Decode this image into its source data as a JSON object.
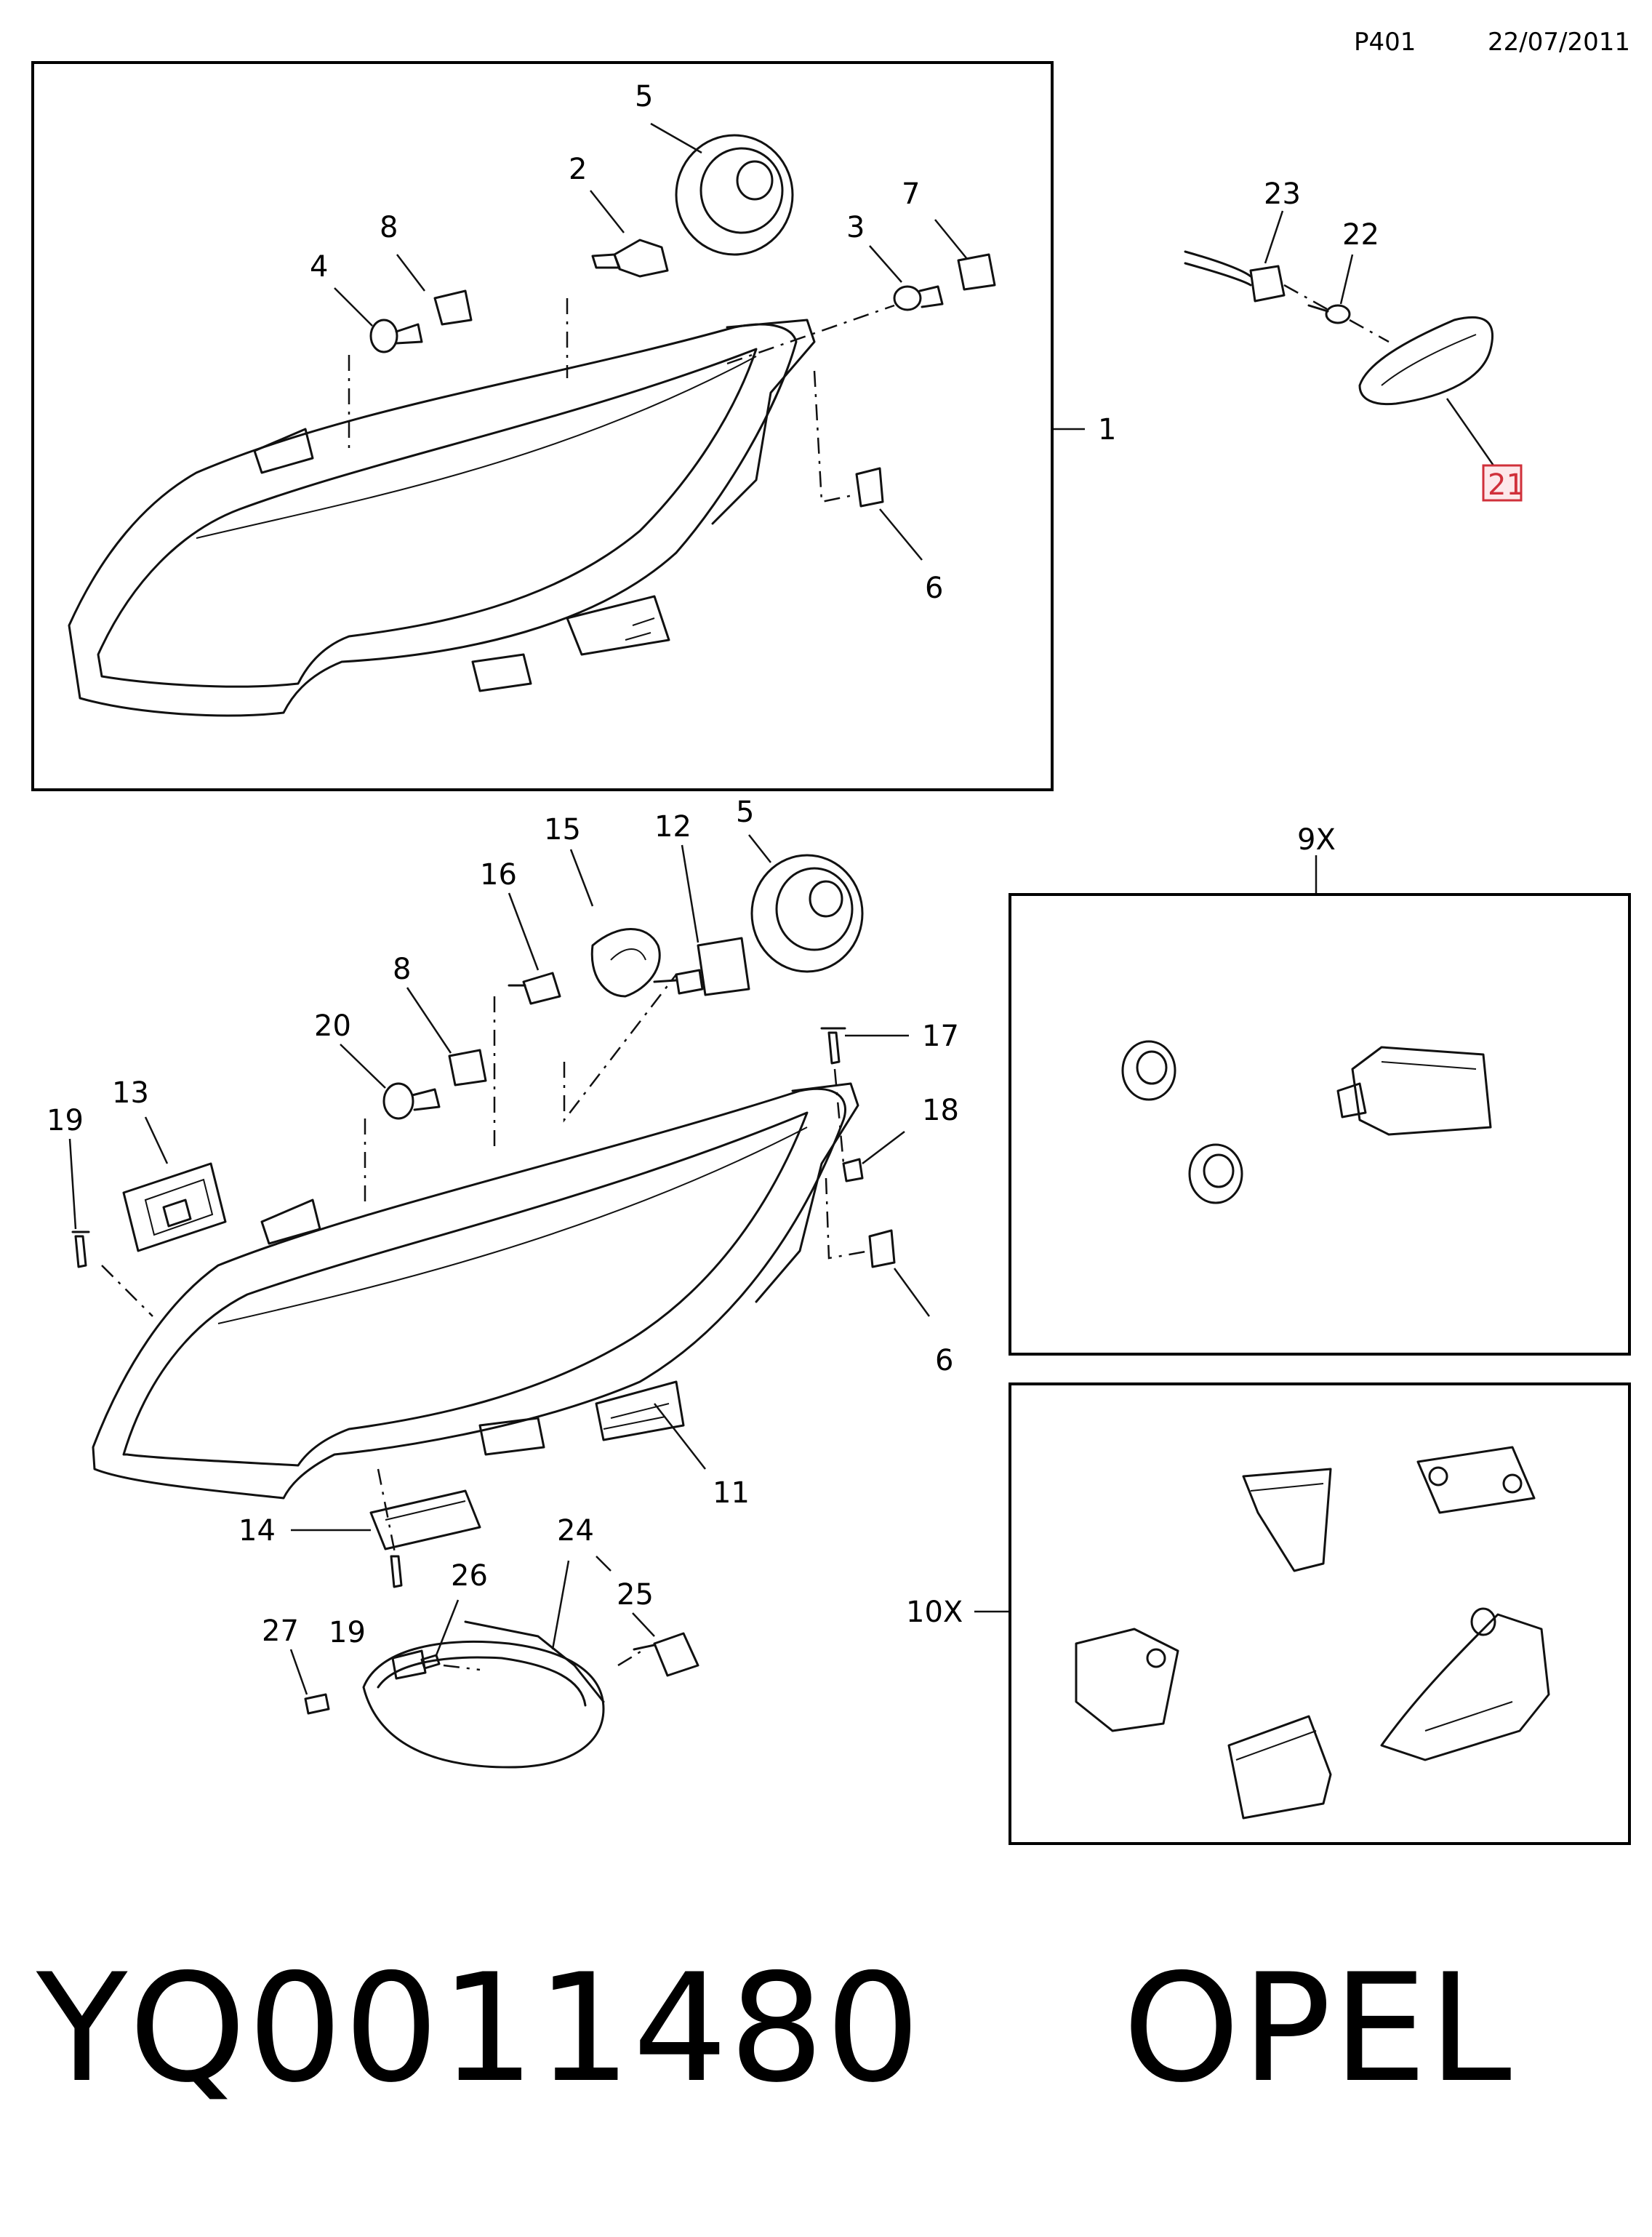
{
  "header": {
    "page_code": "P401",
    "date": "22/07/2011"
  },
  "callouts": [
    "1",
    "2",
    "3",
    "4",
    "5",
    "6",
    "7",
    "8",
    "21",
    "22",
    "23",
    "15",
    "12",
    "5",
    "16",
    "8",
    "20",
    "17",
    "13",
    "19",
    "18",
    "6",
    "14",
    "11",
    "24",
    "26",
    "25",
    "27",
    "19",
    "9X",
    "10X"
  ],
  "highlighted_callout": "21",
  "highlight_color": "#d0303a",
  "footer": {
    "part_number": "YQ0011480",
    "brand": "OPEL"
  }
}
